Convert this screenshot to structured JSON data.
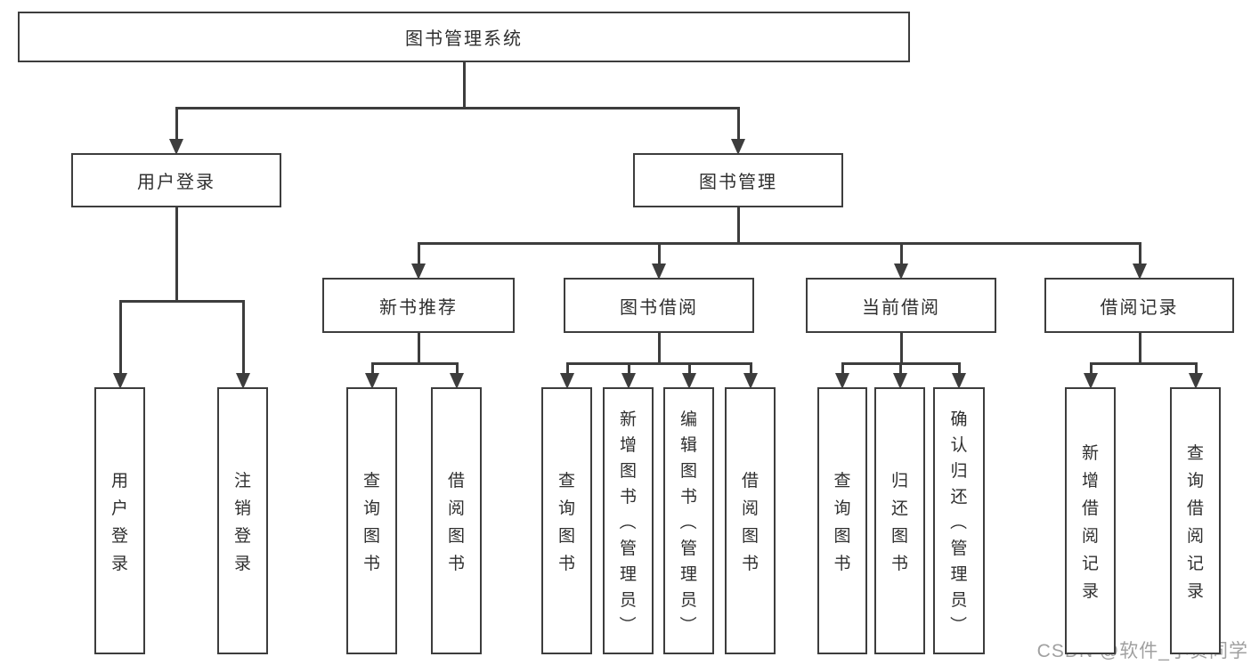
{
  "diagram_title": "图书管理系统",
  "nodes": [
    {
      "id": "root",
      "label": "图书管理系统",
      "parent": null
    },
    {
      "id": "user-login",
      "label": "用户登录",
      "parent": "root"
    },
    {
      "id": "book-mgmt",
      "label": "图书管理",
      "parent": "root"
    },
    {
      "id": "new-rec",
      "label": "新书推荐",
      "parent": "book-mgmt"
    },
    {
      "id": "book-borrow",
      "label": "图书借阅",
      "parent": "book-mgmt"
    },
    {
      "id": "current-borrow",
      "label": "当前借阅",
      "parent": "book-mgmt"
    },
    {
      "id": "borrow-records",
      "label": "借阅记录",
      "parent": "book-mgmt"
    },
    {
      "id": "leaf-user-login",
      "label": "用户登录",
      "parent": "user-login"
    },
    {
      "id": "leaf-logout",
      "label": "注销登录",
      "parent": "user-login"
    },
    {
      "id": "leaf-query-books-1",
      "label": "查询图书",
      "parent": "new-rec"
    },
    {
      "id": "leaf-borrow-books-1",
      "label": "借阅图书",
      "parent": "new-rec"
    },
    {
      "id": "leaf-query-books-2",
      "label": "查询图书",
      "parent": "book-borrow"
    },
    {
      "id": "leaf-add-book",
      "label": "新增图书（管理员）",
      "parent": "book-borrow"
    },
    {
      "id": "leaf-edit-book",
      "label": "编辑图书（管理员）",
      "parent": "book-borrow"
    },
    {
      "id": "leaf-borrow-books-2",
      "label": "借阅图书",
      "parent": "book-borrow"
    },
    {
      "id": "leaf-query-books-3",
      "label": "查询图书",
      "parent": "current-borrow"
    },
    {
      "id": "leaf-return-book",
      "label": "归还图书",
      "parent": "current-borrow"
    },
    {
      "id": "leaf-confirm-return",
      "label": "确认归还（管理员）",
      "parent": "current-borrow"
    },
    {
      "id": "leaf-add-record",
      "label": "新增借阅记录",
      "parent": "borrow-records"
    },
    {
      "id": "leaf-query-record",
      "label": "查询借阅记录",
      "parent": "borrow-records"
    }
  ],
  "watermark": "CSDN @软件_小贺同学",
  "colors": {
    "line": "#3d3d3d",
    "text": "#2f2f2f",
    "box_background": "#ffffff",
    "watermark": "#a0a0a0",
    "background": "#ffffff"
  }
}
